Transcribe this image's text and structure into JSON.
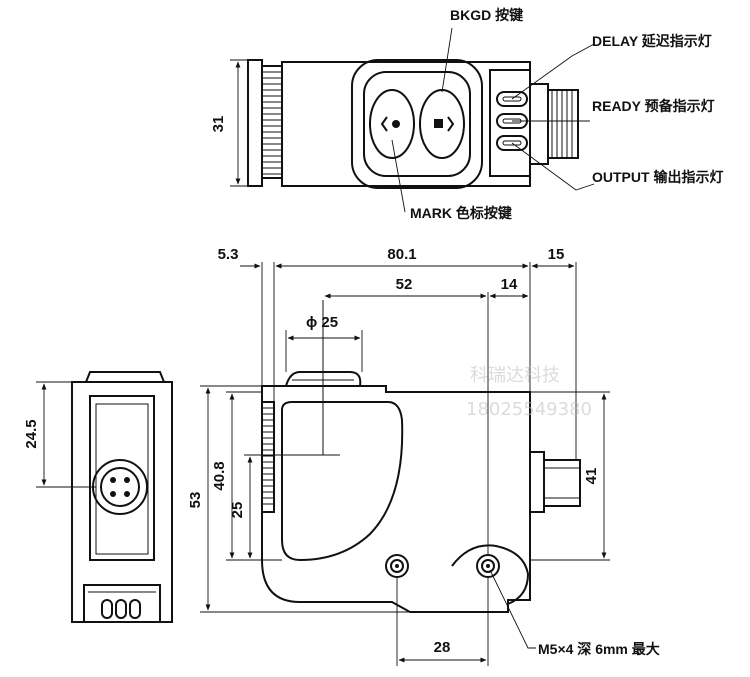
{
  "callouts": {
    "bkgd": "BKGD 按键",
    "delay": "DELAY 延迟指示灯",
    "ready": "READY 预备指示灯",
    "output": "OUTPUT 输出指示灯",
    "mark": "MARK 色标按键",
    "mount": "M5×4 深 6mm 最大"
  },
  "dimensions": {
    "top_height": "31",
    "left_offset": "5.3",
    "length": "80.1",
    "connector_len": "15",
    "hole_spacing": "52",
    "hole_offset": "14",
    "lens_dia": "ϕ 25",
    "side_height": "24.5",
    "body_height": "53",
    "lens_height": "40.8",
    "lens_offset": "25",
    "connector_height": "41",
    "bottom_spacing": "28"
  },
  "watermark": {
    "line1": "科瑞达科技",
    "line2": "18025549380"
  }
}
